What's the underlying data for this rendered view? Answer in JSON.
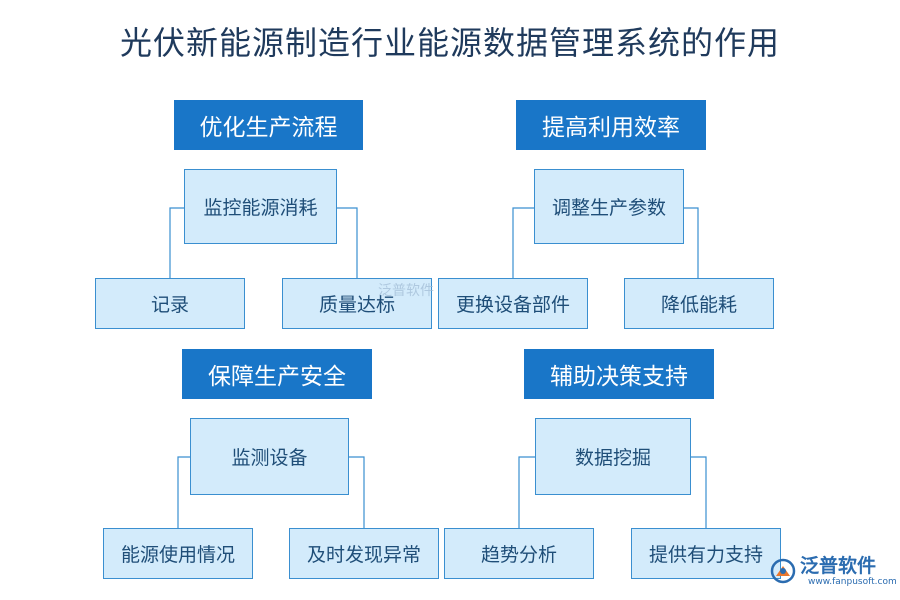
{
  "title": "光伏新能源制造行业能源数据管理系统的作用",
  "groups": [
    {
      "heading": "优化生产流程",
      "center": "监控能源消耗",
      "left": "记录",
      "right": "质量达标"
    },
    {
      "heading": "提高利用效率",
      "center": "调整生产参数",
      "left": "更换设备部件",
      "right": "降低能耗"
    },
    {
      "heading": "保障生产安全",
      "center": "监测设备",
      "left": "能源使用情况",
      "right": "及时发现异常"
    },
    {
      "heading": "辅助决策支持",
      "center": "数据挖掘",
      "left": "趋势分析",
      "right": "提供有力支持"
    }
  ],
  "watermark": "泛普软件",
  "logo": {
    "name": "泛普软件",
    "url": "www.fanpusoft.com"
  },
  "colors": {
    "heading_bg": "#1976c8",
    "box_bg": "#d3ebfb",
    "box_border": "#3a8fd0",
    "title": "#1f3a5c"
  }
}
